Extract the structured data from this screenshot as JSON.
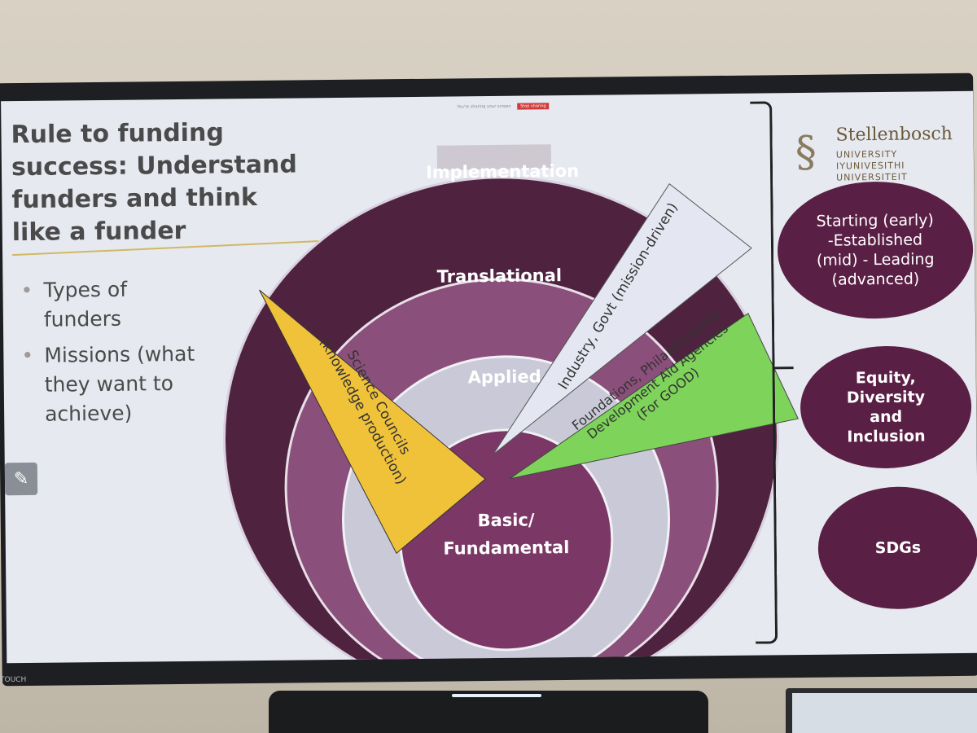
{
  "slide": {
    "title": "Rule to funding success: Understand funders and think like a funder",
    "bullets": [
      "Types of funders",
      "Missions (what they want to achieve)"
    ],
    "meeting_bar": {
      "notice": "You're sharing your screen",
      "stop": "Stop sharing"
    }
  },
  "diagram": {
    "rings": [
      {
        "label": "Implementation",
        "color": "#4f2340"
      },
      {
        "label": "Translational",
        "color": "#8a4f7a"
      },
      {
        "label": "Applied",
        "color": "#c9c9d8"
      },
      {
        "label": "Basic/ Fundamental",
        "line1": "Basic/",
        "line2": "Fundamental",
        "color": "#7b3766"
      }
    ],
    "wedges": [
      {
        "line1": "Science Councils",
        "line2": "(knowledge production)",
        "color": "#f0c23a"
      },
      {
        "line1": "Industry, Govt (mission-driven)",
        "color": "#e4e7f1"
      },
      {
        "line1": "Foundations, Philanthropists,",
        "line2": "Development Aid Agencies",
        "line3": "(For GOOD)",
        "color": "#7ed35a"
      }
    ]
  },
  "logo": {
    "name": "Stellenbosch",
    "sub1": "UNIVERSITY",
    "sub2": "IYUNIVESITHI",
    "sub3": "UNIVERSITEIT"
  },
  "side_ovals": [
    {
      "line1": "Starting (early)",
      "line2": "-Established",
      "line3": "(mid) - Leading",
      "line4": "(advanced)"
    },
    {
      "line1": "Equity,",
      "line2": "Diversity",
      "line3": "and",
      "line4": "Inclusion"
    },
    {
      "line1": "SDGs"
    }
  ],
  "colors": {
    "oval": "#5a1f44",
    "title_text": "#4a4a4a",
    "accent": "#c9a227"
  },
  "hardware": {
    "brand": "TOUCH"
  }
}
